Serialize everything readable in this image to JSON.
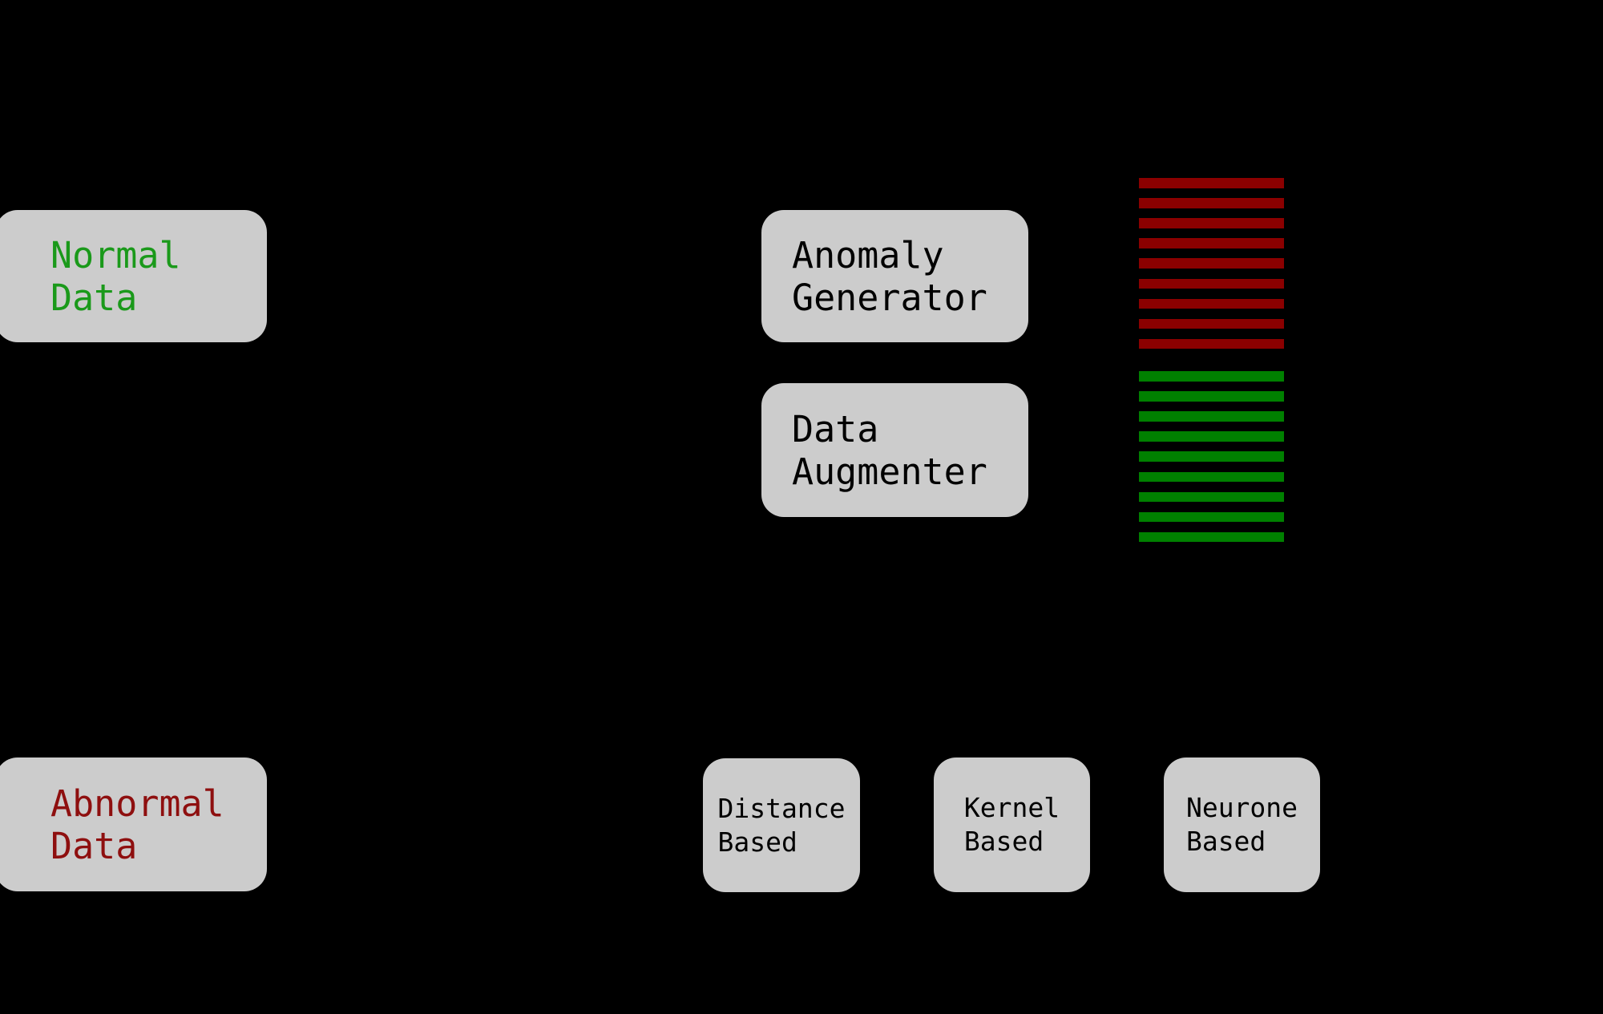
{
  "canvas": {
    "background_color": "#000000",
    "box_fill_color": "#cccccc"
  },
  "boxes": {
    "normal_data": {
      "line1": "Normal",
      "line2": "Data",
      "text_color": "#1a991a"
    },
    "abnormal_data": {
      "line1": "Abnormal",
      "line2": "Data",
      "text_color": "#8e0f0f"
    },
    "anomaly_generator": {
      "line1": "Anomaly",
      "line2": "Generator",
      "text_color": "#000000"
    },
    "data_augmenter": {
      "line1": "Data",
      "line2": "Augmenter",
      "text_color": "#000000"
    },
    "distance_based": {
      "line1": "Distance",
      "line2": "Based",
      "text_color": "#000000"
    },
    "kernel_based": {
      "line1": "Kernel",
      "line2": "Based",
      "text_color": "#000000"
    },
    "neurone_based": {
      "line1": "Neurone",
      "line2": "Based",
      "text_color": "#000000"
    }
  },
  "stripes": {
    "abnormal": {
      "count": 9,
      "color": "#8b0000"
    },
    "normal": {
      "count": 9,
      "color": "#008000"
    }
  }
}
